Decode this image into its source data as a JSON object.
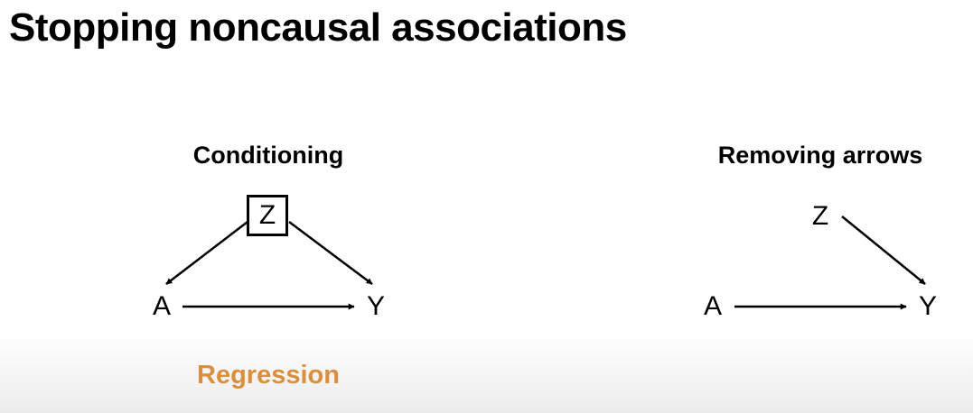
{
  "slide": {
    "title": "Stopping noncausal associations"
  },
  "panels": {
    "conditioning": {
      "heading": "Conditioning",
      "nodes": {
        "z": "Z",
        "a": "A",
        "y": "Y"
      },
      "method": "Regression",
      "method_color": "#d98f3e"
    },
    "removing_arrows": {
      "heading": "Removing arrows",
      "nodes": {
        "z": "Z",
        "a": "A",
        "y": "Y"
      }
    }
  }
}
